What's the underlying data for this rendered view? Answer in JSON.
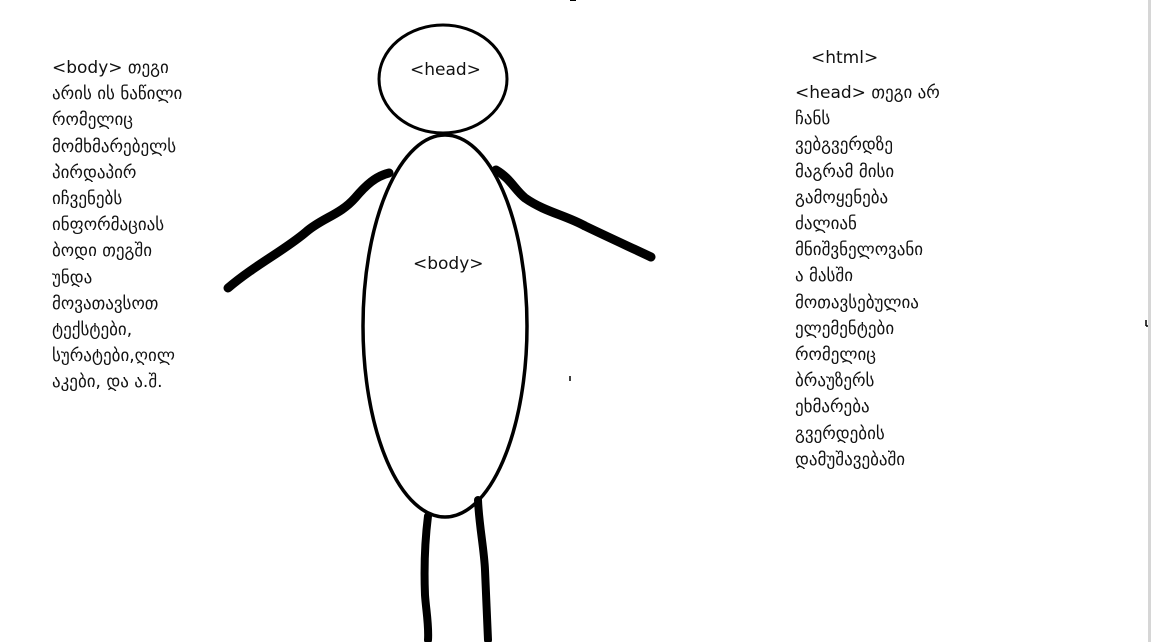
{
  "figure": {
    "stroke_color": "#000000",
    "background": "#ffffff"
  },
  "labels": {
    "head": "<head>",
    "body": "<body>",
    "html": "<html>"
  },
  "left_note": {
    "lines": [
      "<body> თეგი",
      "არის ის ნაწილი",
      "რომელიც",
      "მომხმარებელს",
      "პირდაპირ",
      "იჩვენებს",
      "ინფორმაციას",
      "ბოდი თეგში",
      "უნდა",
      "მოვათავსოთ",
      "ტექსტები,",
      "სურატები,ღილ",
      "აკები, და ა.შ."
    ]
  },
  "right_note": {
    "lines": [
      "<head> თეგი არ",
      "ჩანს",
      "ვებგვერდზე",
      "მაგრამ მისი",
      "გამოყენება",
      "ძალიან",
      "მნიშვნელოვანი",
      "ა მასში",
      "მოთავსებულია",
      "ელემენტები",
      "რომელიც",
      "ბრაუზერს",
      "ეხმარება",
      "გვერდების",
      "დამუშავებაში"
    ]
  }
}
